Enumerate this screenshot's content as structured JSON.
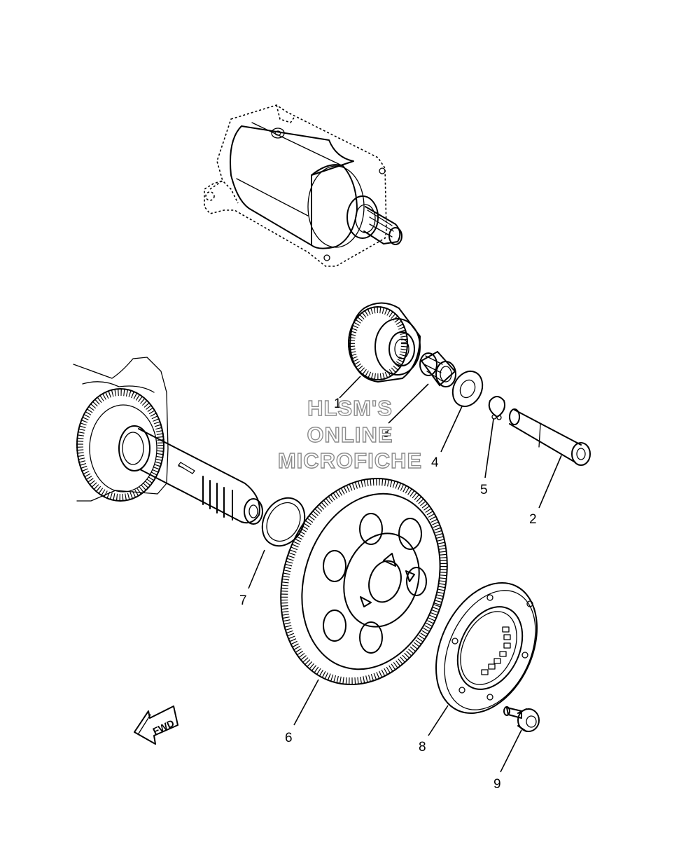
{
  "callouts": [
    {
      "label": "1"
    },
    {
      "label": "2"
    },
    {
      "label": "3"
    },
    {
      "label": "4"
    },
    {
      "label": "5"
    },
    {
      "label": "6"
    },
    {
      "label": "7"
    },
    {
      "label": "8"
    },
    {
      "label": "9"
    }
  ],
  "watermark": {
    "line1": "HLSM'S",
    "line2": "ONLINE",
    "line3": "MICROFICHE"
  },
  "direction_indicator": {
    "label": "FWD",
    "icon": "fwd-arrow-icon"
  }
}
